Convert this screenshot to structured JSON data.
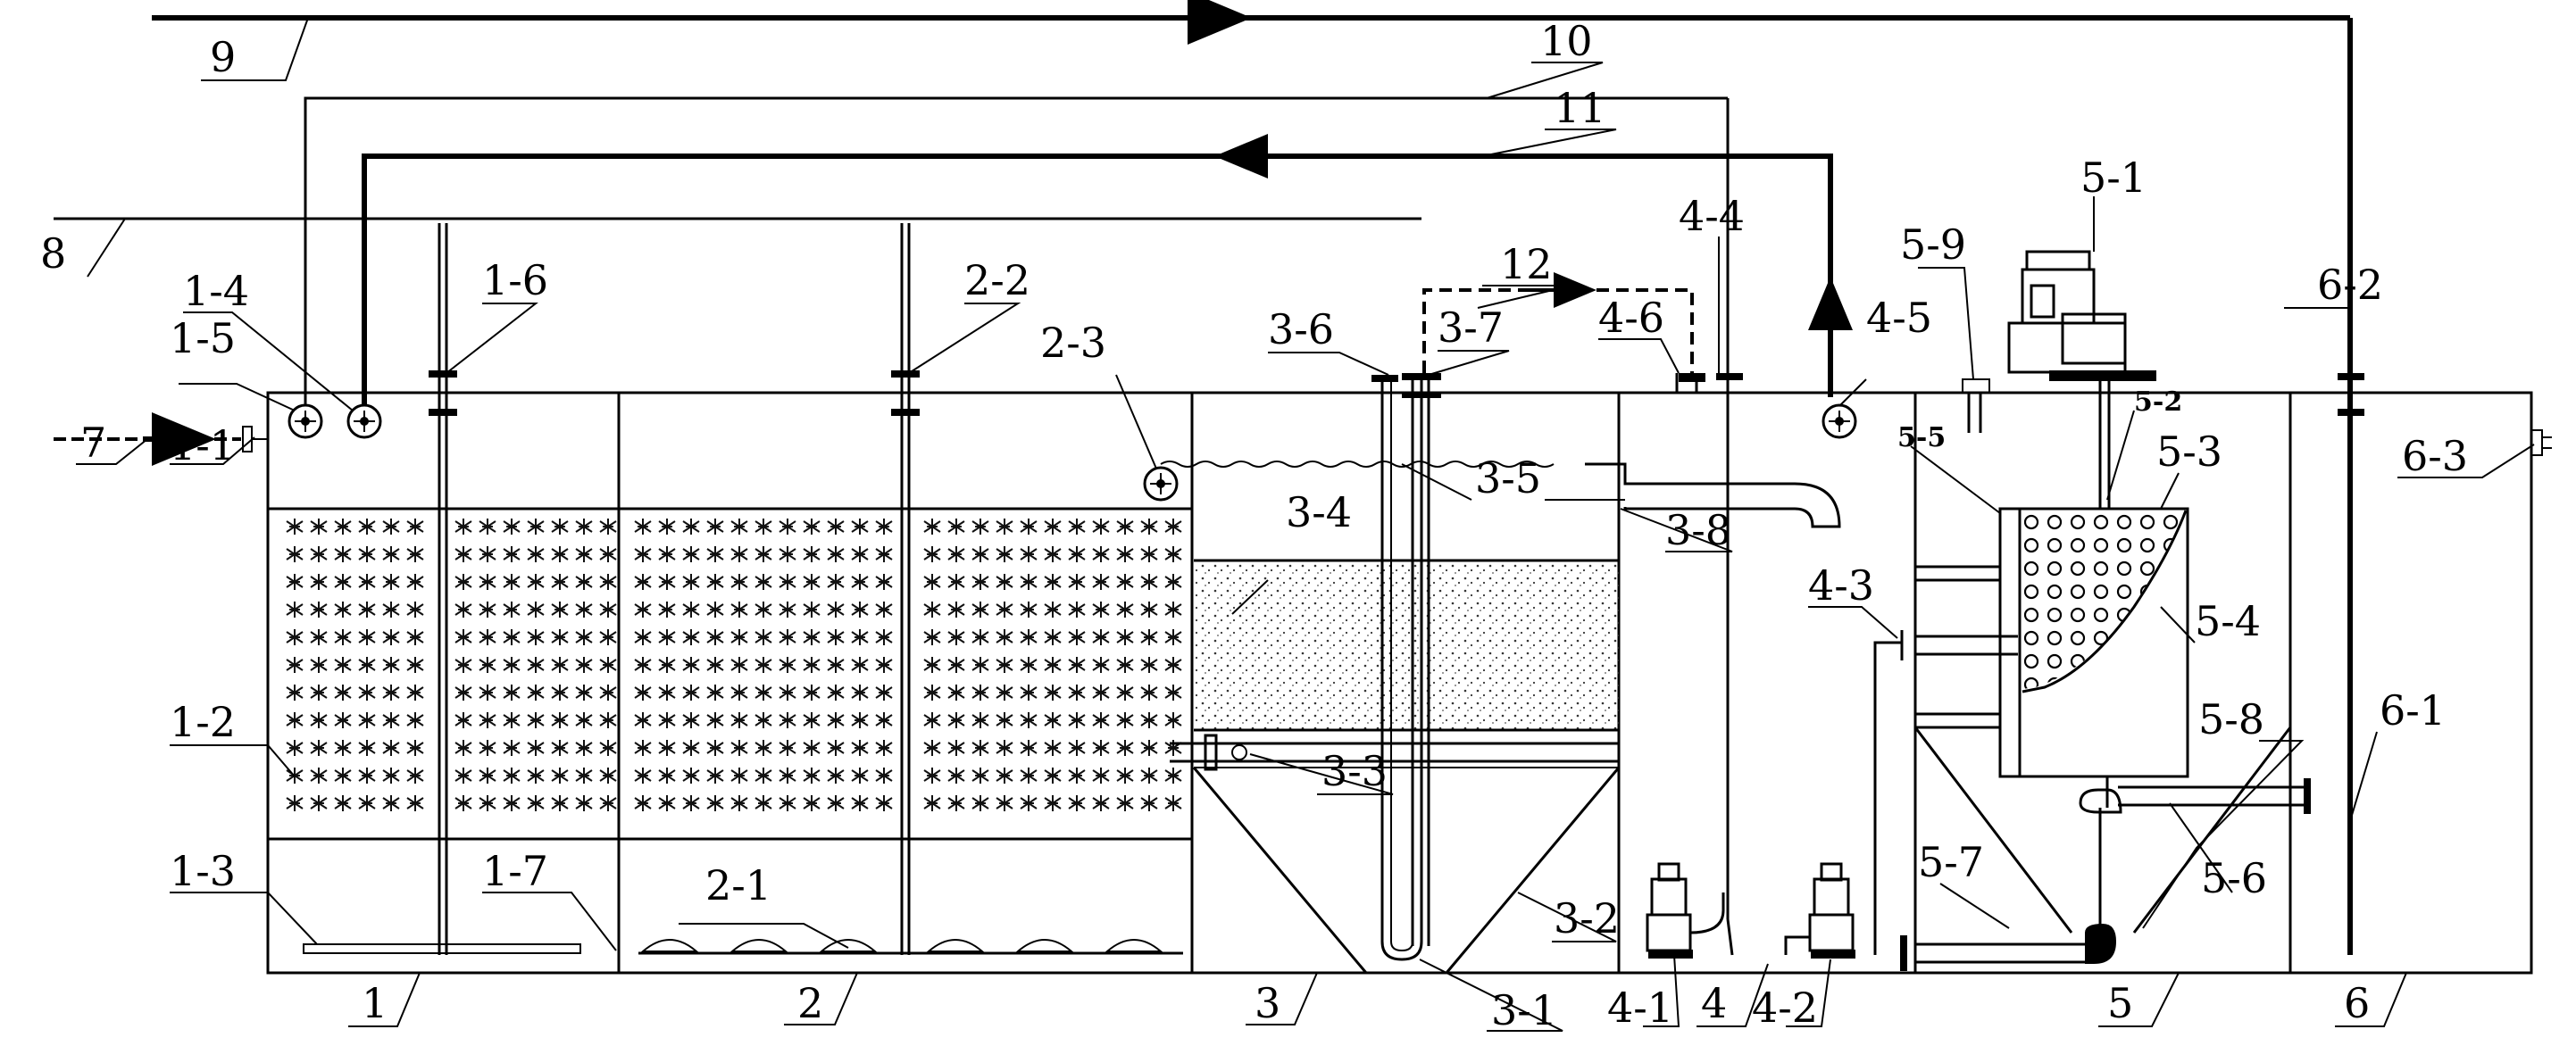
{
  "labels": {
    "l1": "1",
    "l1_1": "1-1",
    "l1_2": "1-2",
    "l1_3": "1-3",
    "l1_4": "1-4",
    "l1_5": "1-5",
    "l1_6": "1-6",
    "l1_7": "1-7",
    "l2": "2",
    "l2_1": "2-1",
    "l2_2": "2-2",
    "l2_3": "2-3",
    "l3": "3",
    "l3_1": "3-1",
    "l3_2": "3-2",
    "l3_3": "3-3",
    "l3_4": "3-4",
    "l3_5": "3-5",
    "l3_6": "3-6",
    "l3_7": "3-7",
    "l3_8": "3-8",
    "l4": "4",
    "l4_1": "4-1",
    "l4_2": "4-2",
    "l4_3": "4-3",
    "l4_4": "4-4",
    "l4_5": "4-5",
    "l4_6": "4-6",
    "l5": "5",
    "l5_1": "5-1",
    "l5_2": "5-2",
    "l5_3": "5-3",
    "l5_4": "5-4",
    "l5_5": "5-5",
    "l5_6": "5-6",
    "l5_7": "5-7",
    "l5_8": "5-8",
    "l5_9": "5-9",
    "l6": "6",
    "l6_1": "6-1",
    "l6_2": "6-2",
    "l6_3": "6-3",
    "l7": "7",
    "l8": "8",
    "l9": "9",
    "l10": "10",
    "l11": "11",
    "l12": "12"
  }
}
